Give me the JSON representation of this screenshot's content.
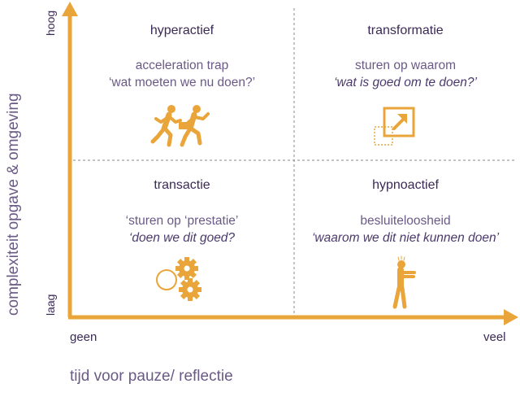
{
  "axes": {
    "y_label": "complexiteit opgave & omgeving",
    "y_low": "laag",
    "y_high": "hoog",
    "x_label": "tijd voor pauze/ reflectie",
    "x_low": "geen",
    "x_high": "veel"
  },
  "quadrants": {
    "top_left": {
      "title": "hyperactief",
      "line1": "acceleration trap",
      "line2": "‘wat moeten we nu doen?’",
      "icon": "running-people-icon"
    },
    "top_right": {
      "title": "transformatie",
      "line1": "sturen op waarom",
      "line2": "‘wat is goed om te doen?’",
      "icon": "transform-arrow-icon"
    },
    "bottom_left": {
      "title": "transactie",
      "line1": "‘sturen op ‘prestatie’",
      "line2": "‘doen we dit goed?",
      "icon": "gears-icon"
    },
    "bottom_right": {
      "title": "hypnoactief",
      "line1": "besluiteloosheid",
      "line2": "‘waarom we dit niet kunnen doen’",
      "icon": "zombie-icon"
    }
  },
  "colors": {
    "accent": "#eaa53a",
    "text": "#3a2a55",
    "muted": "#6a5a86",
    "divider": "#8a8a8a"
  }
}
